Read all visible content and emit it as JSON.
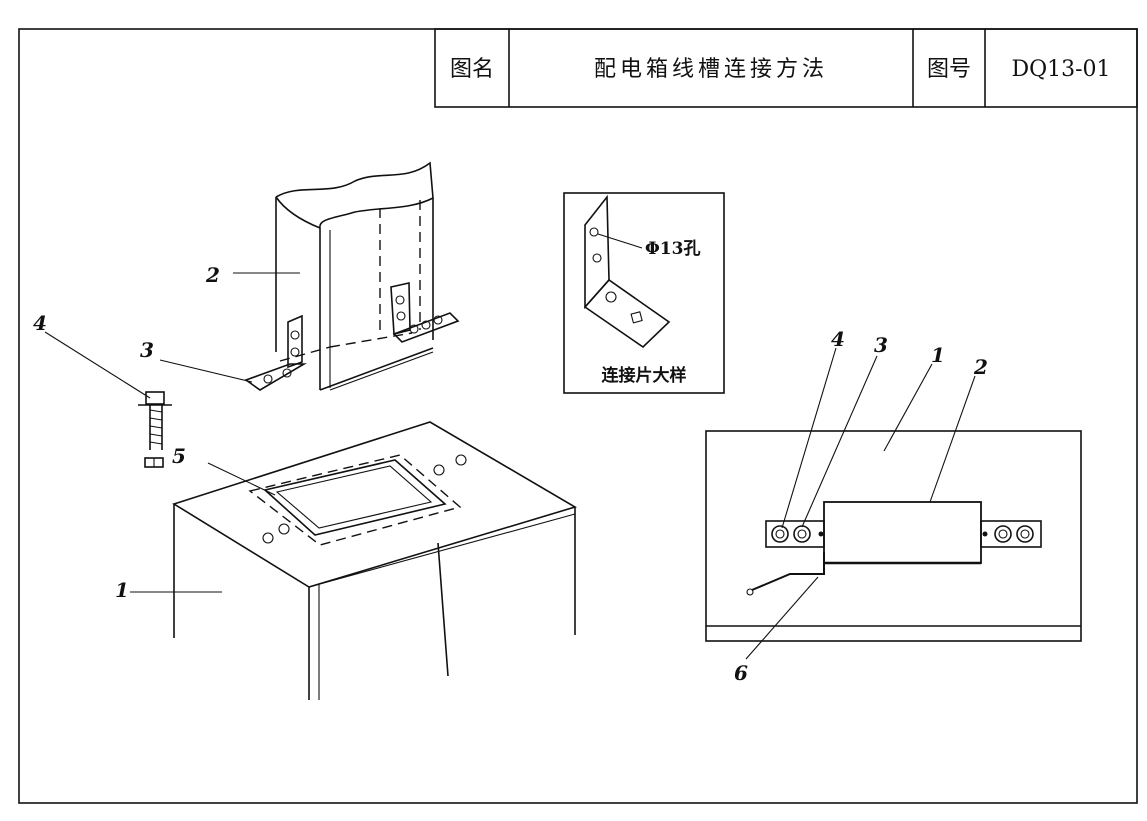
{
  "title_block": {
    "name_label": "图名",
    "drawing_name": "配电箱线槽连接方法",
    "number_label": "图号",
    "drawing_number": "DQ13-01"
  },
  "main_view": {
    "callouts": {
      "box": "1",
      "trough": "2",
      "connector_plate": "3",
      "bolt": "4",
      "opening": "5"
    }
  },
  "detail_view": {
    "hole_label": "Φ13孔",
    "caption": "连接片大样"
  },
  "plan_view": {
    "callouts": {
      "bolt": "4",
      "connector_plate": "3",
      "box": "1",
      "trough": "2",
      "ground_wire": "6"
    }
  }
}
